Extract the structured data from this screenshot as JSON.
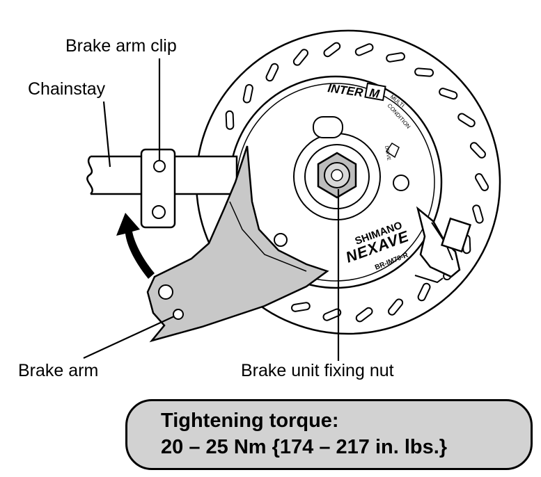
{
  "labels": {
    "brake_arm_clip": "Brake arm clip",
    "chainstay": "Chainstay",
    "brake_arm": "Brake arm",
    "brake_unit_fixing_nut": "Brake unit fixing nut"
  },
  "rotor_markings": {
    "inter": "INTER",
    "m": "M",
    "multi_condition_1": "MULTI",
    "multi_condition_2": "CONDITION",
    "brand": "SHIMANO",
    "series": "NEXAVE",
    "model": "BR-IM70-R",
    "dir_small": "DRIVE"
  },
  "torque": {
    "line1": "Tightening torque:",
    "line2": "20 – 25 Nm {174 – 217 in. lbs.}"
  },
  "colors": {
    "stroke": "#000000",
    "arm_fill": "#c8c8c8",
    "box_fill": "#d2d2d2",
    "nut_fill": "#bdbdbd"
  }
}
